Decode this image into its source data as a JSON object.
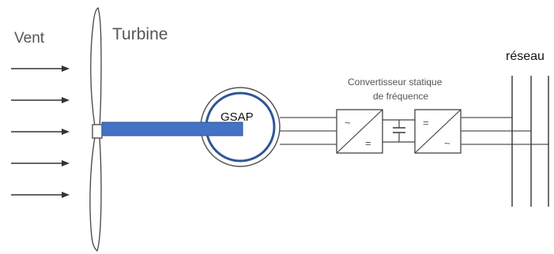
{
  "labels": {
    "wind": "Vent",
    "turbine": "Turbine",
    "generator": "GSAP",
    "converter_line1": "Convertisseur statique",
    "converter_line2": "de fréquence",
    "grid": "réseau"
  },
  "converter": {
    "rectifier_in_symbol": "~",
    "rectifier_out_symbol": "=",
    "inverter_in_symbol": "=",
    "inverter_out_symbol": "~"
  },
  "colors": {
    "shaft": "#4472C4",
    "shaft_border": "#2F5597",
    "generator_ring": "#2F5597",
    "lines": "#555555"
  }
}
